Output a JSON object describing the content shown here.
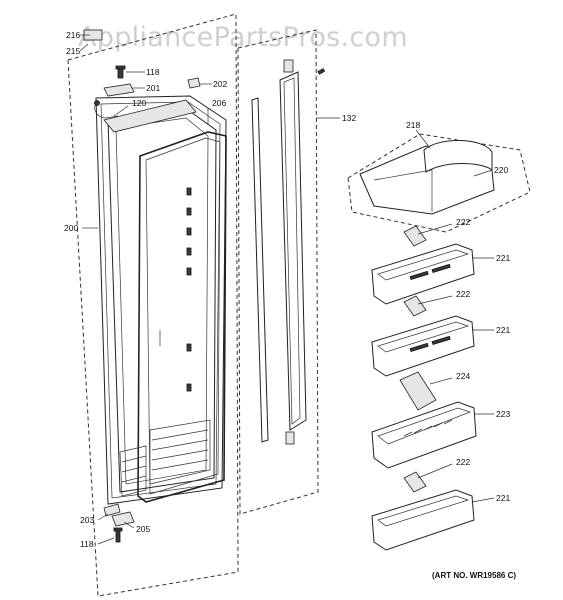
{
  "watermark": "AppliancePartsPros.com",
  "art_number": "(ART NO. WR19586 C)",
  "callouts": [
    {
      "id": "216",
      "text": "216"
    },
    {
      "id": "215",
      "text": "215"
    },
    {
      "id": "118a",
      "text": "118"
    },
    {
      "id": "201",
      "text": "201"
    },
    {
      "id": "120",
      "text": "120"
    },
    {
      "id": "202",
      "text": "202"
    },
    {
      "id": "206",
      "text": "206"
    },
    {
      "id": "200",
      "text": "200"
    },
    {
      "id": "132",
      "text": "132"
    },
    {
      "id": "218",
      "text": "218"
    },
    {
      "id": "220",
      "text": "220"
    },
    {
      "id": "222a",
      "text": "222"
    },
    {
      "id": "221a",
      "text": "221"
    },
    {
      "id": "222b",
      "text": "222"
    },
    {
      "id": "221b",
      "text": "221"
    },
    {
      "id": "224",
      "text": "224"
    },
    {
      "id": "223",
      "text": "223"
    },
    {
      "id": "222c",
      "text": "222"
    },
    {
      "id": "221c",
      "text": "221"
    },
    {
      "id": "203",
      "text": "203"
    },
    {
      "id": "205",
      "text": "205"
    },
    {
      "id": "118b",
      "text": "118"
    }
  ]
}
